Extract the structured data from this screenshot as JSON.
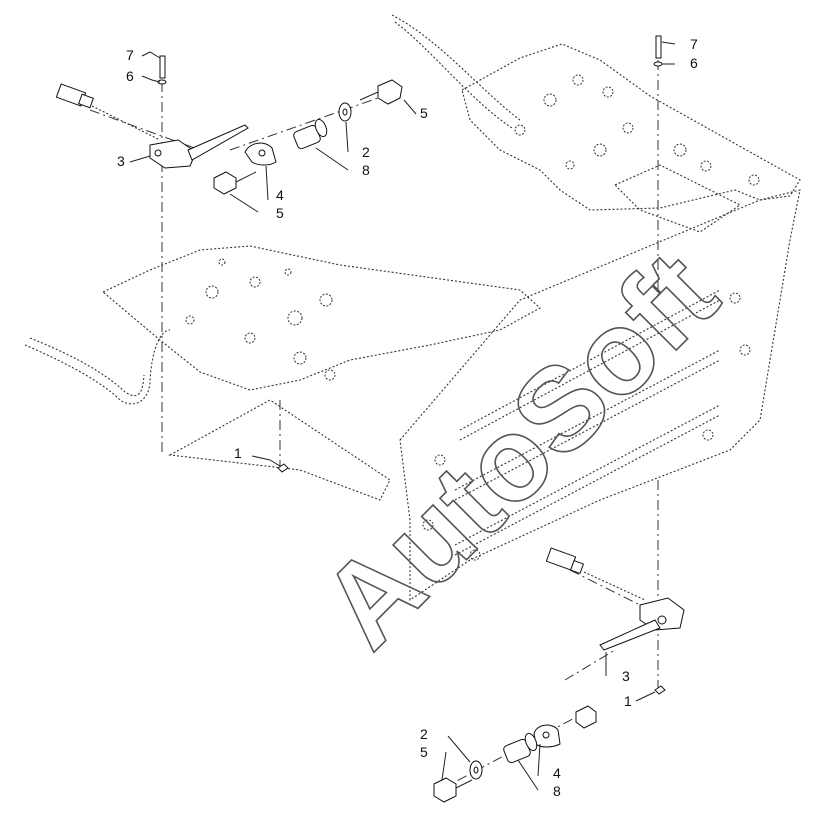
{
  "watermark": "AutoSoft",
  "callouts": {
    "c1": "1",
    "c2": "2",
    "c3": "3",
    "c4": "4",
    "c5": "5",
    "c6": "6",
    "c7": "7",
    "c8": "8"
  },
  "colors": {
    "line": "#222222",
    "background": "#ffffff",
    "watermark": "#555555"
  }
}
